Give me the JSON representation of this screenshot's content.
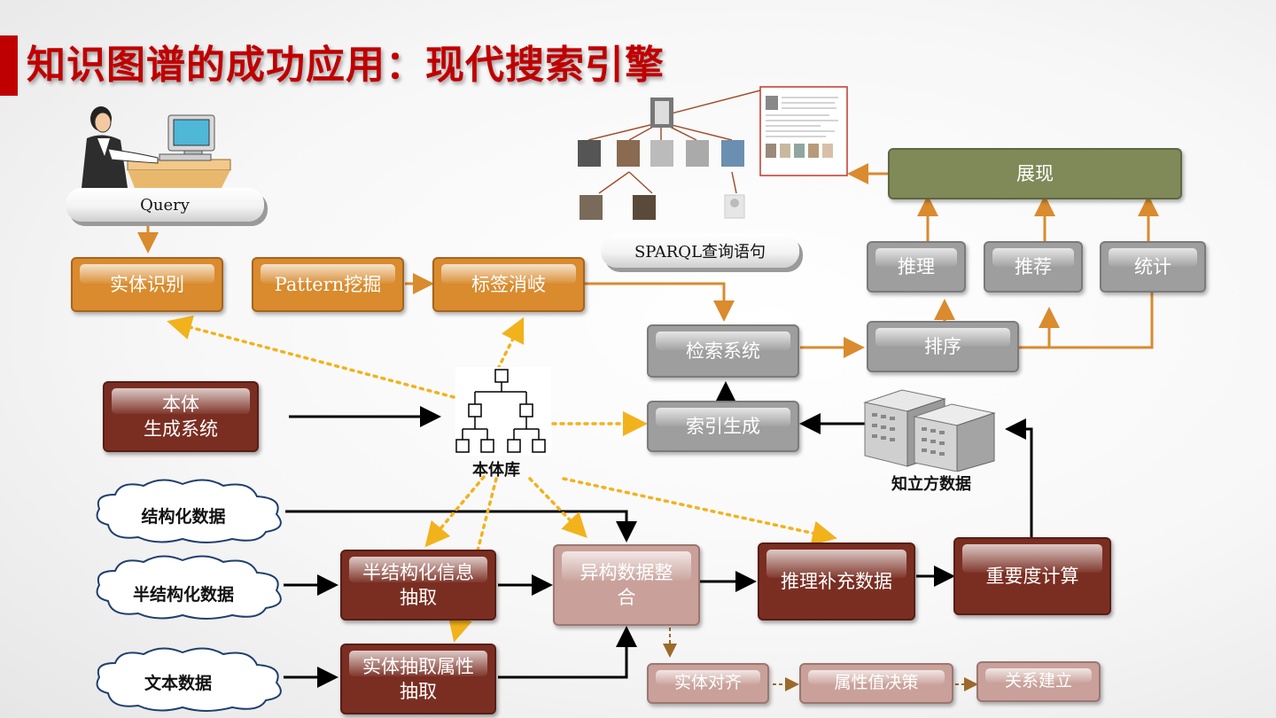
{
  "title": "知识图谱的成功应用：现代搜索引擎",
  "query": "Query",
  "sparql": "SPARQL查询语句",
  "boxes": {
    "entity_recognition": "实体识别",
    "pattern_mining": "Pattern挖掘",
    "label_disambiguation": "标签消岐",
    "retrieval_system": "检索系统",
    "ranking": "排序",
    "display": "展现",
    "reasoning": "推理",
    "recommendation": "推荐",
    "statistics": "统计",
    "ontology_gen_1": "本体",
    "ontology_gen_2": "生成系统",
    "index_generation": "索引生成",
    "semi_extract_1": "半结构化信息",
    "semi_extract_2": "抽取",
    "entity_extract_1": "实体抽取属性",
    "entity_extract_2": "抽取",
    "hetero_1": "异构数据整",
    "hetero_2": "合",
    "inference_supplement": "推理补充数据",
    "importance": "重要度计算",
    "entity_alignment": "实体对齐",
    "attr_decision": "属性值决策",
    "relation_build": "关系建立"
  },
  "labels": {
    "ontology_lib": "本体库",
    "cube_data": "知立方数据"
  },
  "clouds": {
    "structured": "结构化数据",
    "semi_structured": "半结构化数据",
    "text": "文本数据"
  },
  "colors": {
    "title": "#c00000",
    "orange": "#d98b2e",
    "gray": "#9e9e9e",
    "dark_red": "#7a2e22",
    "pink": "#c9a19a",
    "olive": "#7f8a58",
    "dotted_arrow": "#f2b21c"
  }
}
